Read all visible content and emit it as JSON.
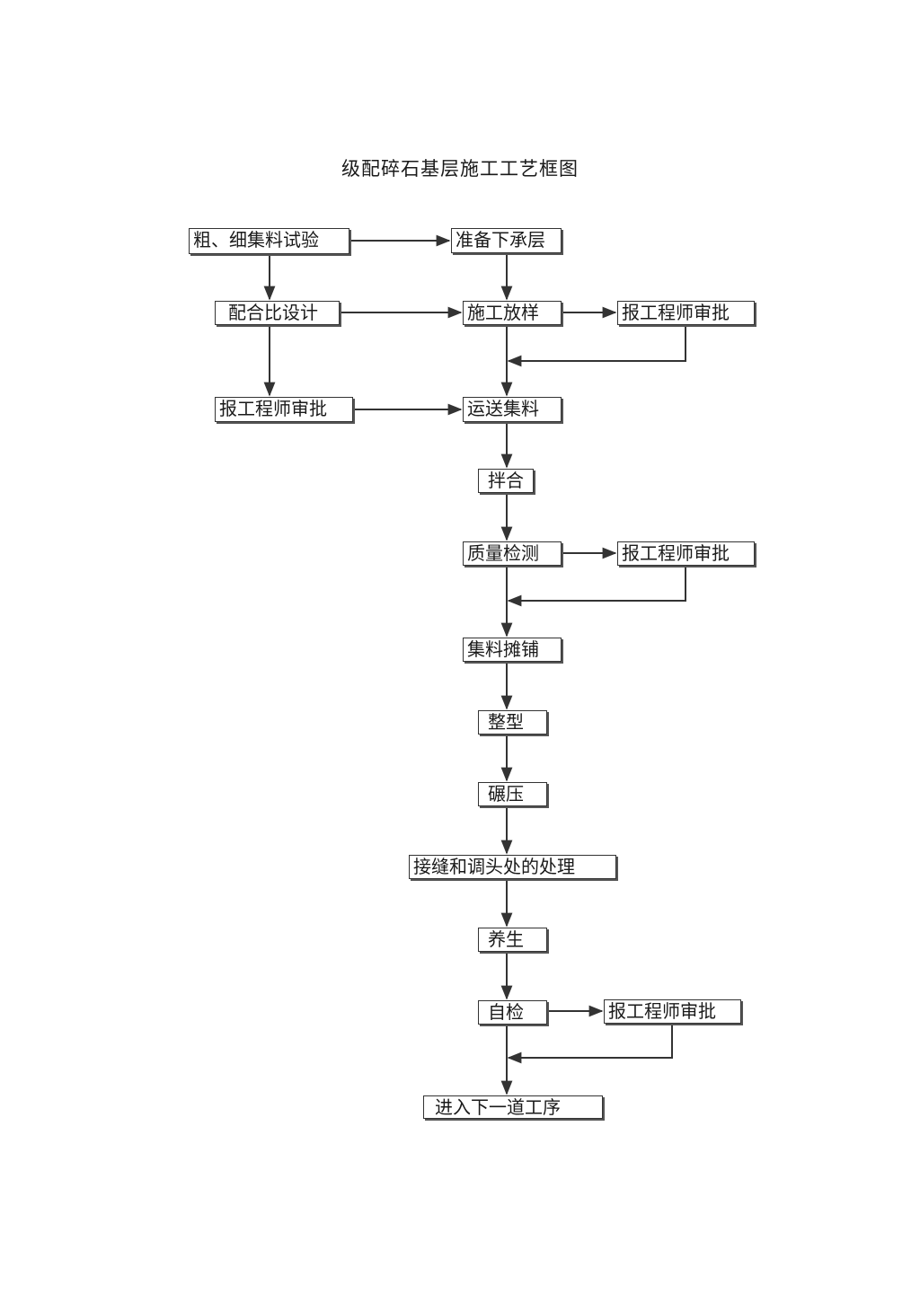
{
  "title": "级配碎石基层施工工艺框图",
  "nodes": {
    "aggregate_test": "粗、细集料试验",
    "prepare_bed": "准备下承层",
    "mix_design": "配合比设计",
    "layout": "施工放样",
    "approval_layout": "报工程师审批",
    "approval_mix": "报工程师审批",
    "transport": "运送集料",
    "mixing": "拌合",
    "quality_test": "质量检测",
    "approval_quality": "报工程师审批",
    "spreading": "集料摊铺",
    "shaping": "整型",
    "rolling": "碾压",
    "joint_treatment": "接缝和调头处的处理",
    "curing": "养生",
    "self_check": "自检",
    "approval_final": "报工程师审批",
    "next_process": "进入下一道工序"
  }
}
